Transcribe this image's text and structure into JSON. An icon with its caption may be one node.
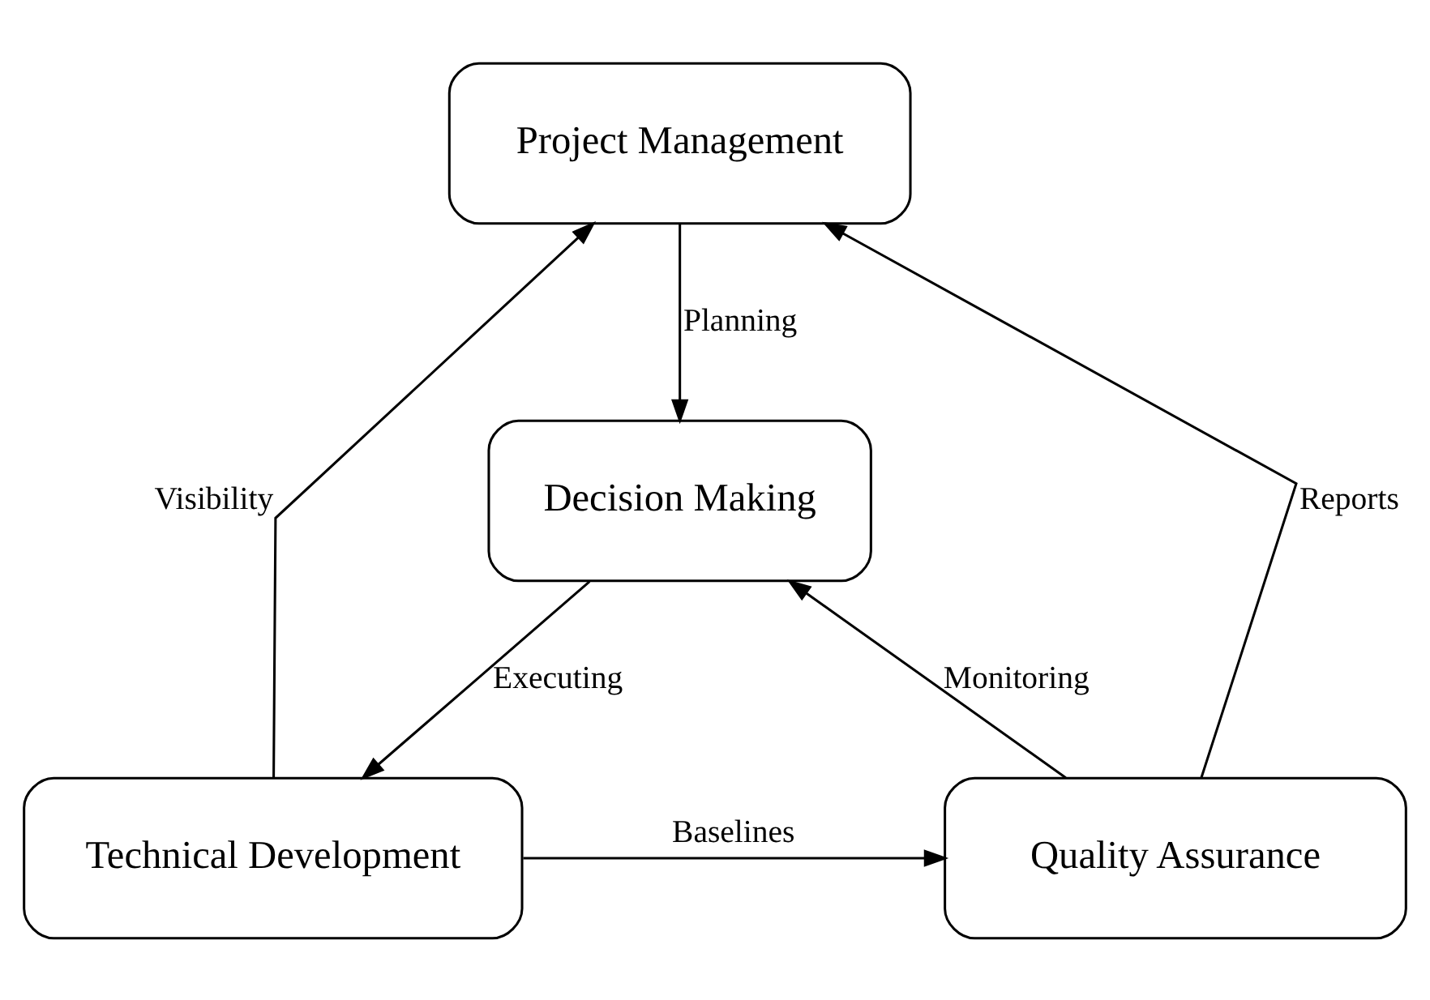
{
  "diagram": {
    "nodes": [
      {
        "text": [
          "Project Management"
        ]
      },
      {
        "text": [
          "Decision Making"
        ]
      },
      {
        "text": [
          "Technical Development"
        ]
      },
      {
        "text": [
          "Quality Assurance"
        ]
      }
    ],
    "edges": [
      {
        "from": 0,
        "to": 1,
        "arrow": "to",
        "label": "Planning"
      },
      {
        "from": 1,
        "to": 2,
        "arrow": "to",
        "label": "Executing"
      },
      {
        "from": 3,
        "to": 1,
        "arrow": "to",
        "label": "Monitoring"
      },
      {
        "from": 2,
        "to": 0,
        "arrow": "to",
        "label": "Visibility"
      },
      {
        "from": 3,
        "to": 0,
        "arrow": "to",
        "label": "Reports"
      },
      {
        "from": 2,
        "to": 3,
        "arrow": "to",
        "label": "Baselines"
      }
    ]
  }
}
